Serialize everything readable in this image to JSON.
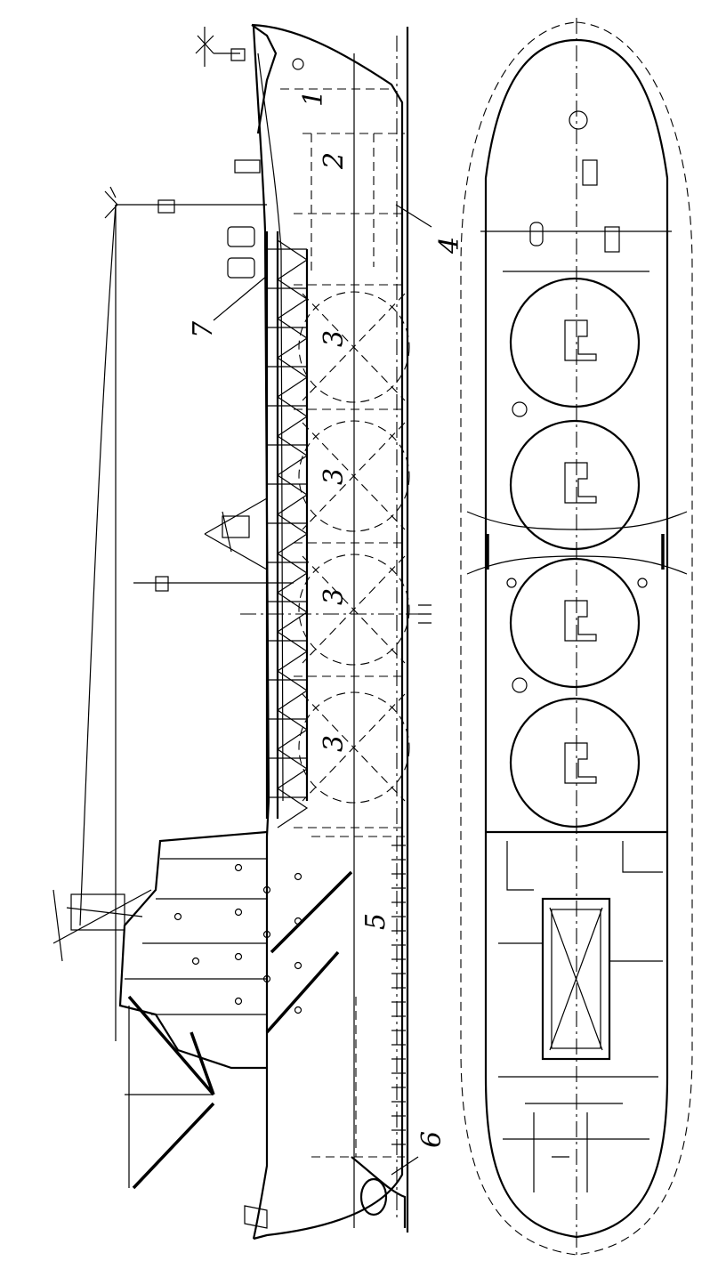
{
  "diagram": {
    "labels": {
      "l1": "1",
      "l2": "2",
      "l3a": "3",
      "l3b": "3",
      "l3c": "3",
      "l3d": "3",
      "l4": "4",
      "l5": "5",
      "l6": "6",
      "l7": "7"
    }
  }
}
